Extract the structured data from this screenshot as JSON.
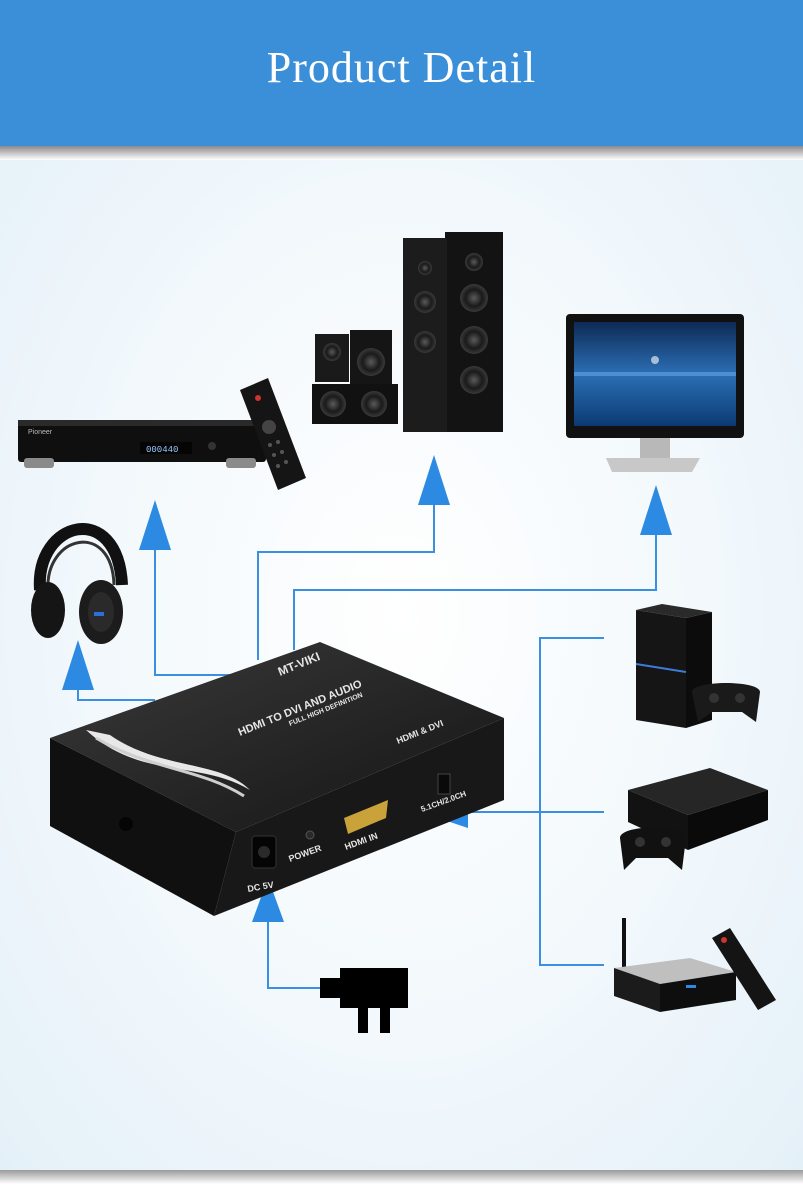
{
  "header": {
    "title": "Product Detail"
  },
  "device": {
    "brand": "MT-VIKI",
    "model_label": "HDMI TO DVI AND AUDIO",
    "subtitle": "FULL HIGH DEFINITION",
    "hdmi_dvi_label": "HDMI & DVI",
    "switch_label": "5.1CH/2.0CH",
    "power_label": "POWER",
    "hdmi_in_label": "HDMI IN",
    "dc_label": "DC 5V"
  },
  "bluray": {
    "display": "000440",
    "brand": "Pioneer"
  },
  "colors": {
    "banner": "#3a8fd8",
    "arrow": "#2d8ae3",
    "line": "#3b8fe0"
  },
  "icons": [
    "headphones-icon",
    "bluray-player-icon",
    "remote-icon",
    "speakers-icon",
    "monitor-icon",
    "ps4-icon",
    "ps3-icon",
    "tv-box-icon",
    "power-adapter-icon"
  ]
}
